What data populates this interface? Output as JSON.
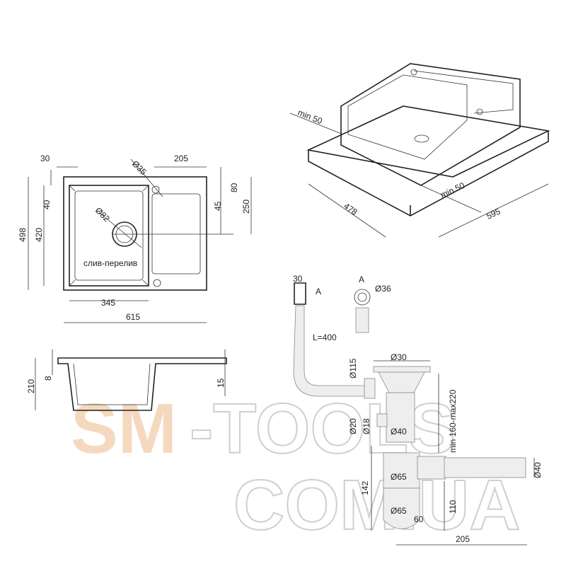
{
  "top_view": {
    "dim_30": "30",
    "dim_d35": "Ø35",
    "dim_205": "205",
    "dim_80": "80",
    "dim_45": "45",
    "dim_250": "250",
    "dim_40": "40",
    "dim_498": "498",
    "dim_420": "420",
    "dim_d82": "Ø82",
    "overflow_label": "слив-перелив",
    "dim_345": "345",
    "dim_615": "615"
  },
  "side_view": {
    "dim_210": "210",
    "dim_8": "8",
    "dim_15": "15"
  },
  "iso_view": {
    "min50_left": "min 50",
    "dim_478": "478",
    "min50_right": "min 50",
    "dim_595": "595"
  },
  "siphon": {
    "dim_30": "30",
    "view_a_mark": "A",
    "view_a_title": "A",
    "dim_d36": "Ø36",
    "hose_length": "L=400",
    "dim_d115": "Ø115",
    "dim_d30": "Ø30",
    "height_range": "min 160-max220",
    "dim_d20": "Ø20",
    "dim_d18": "Ø18",
    "dim_d40_pipe": "Ø40",
    "dim_d65_top": "Ø65",
    "dim_d40_outlet": "Ø40",
    "dim_142": "142",
    "dim_d65_bottom": "Ø65",
    "dim_110": "110",
    "dim_60": "60",
    "dim_205": "205"
  },
  "watermark": {
    "line1_a": "SM",
    "line1_b": "-TOOLS",
    "line2": "COM.UA"
  }
}
